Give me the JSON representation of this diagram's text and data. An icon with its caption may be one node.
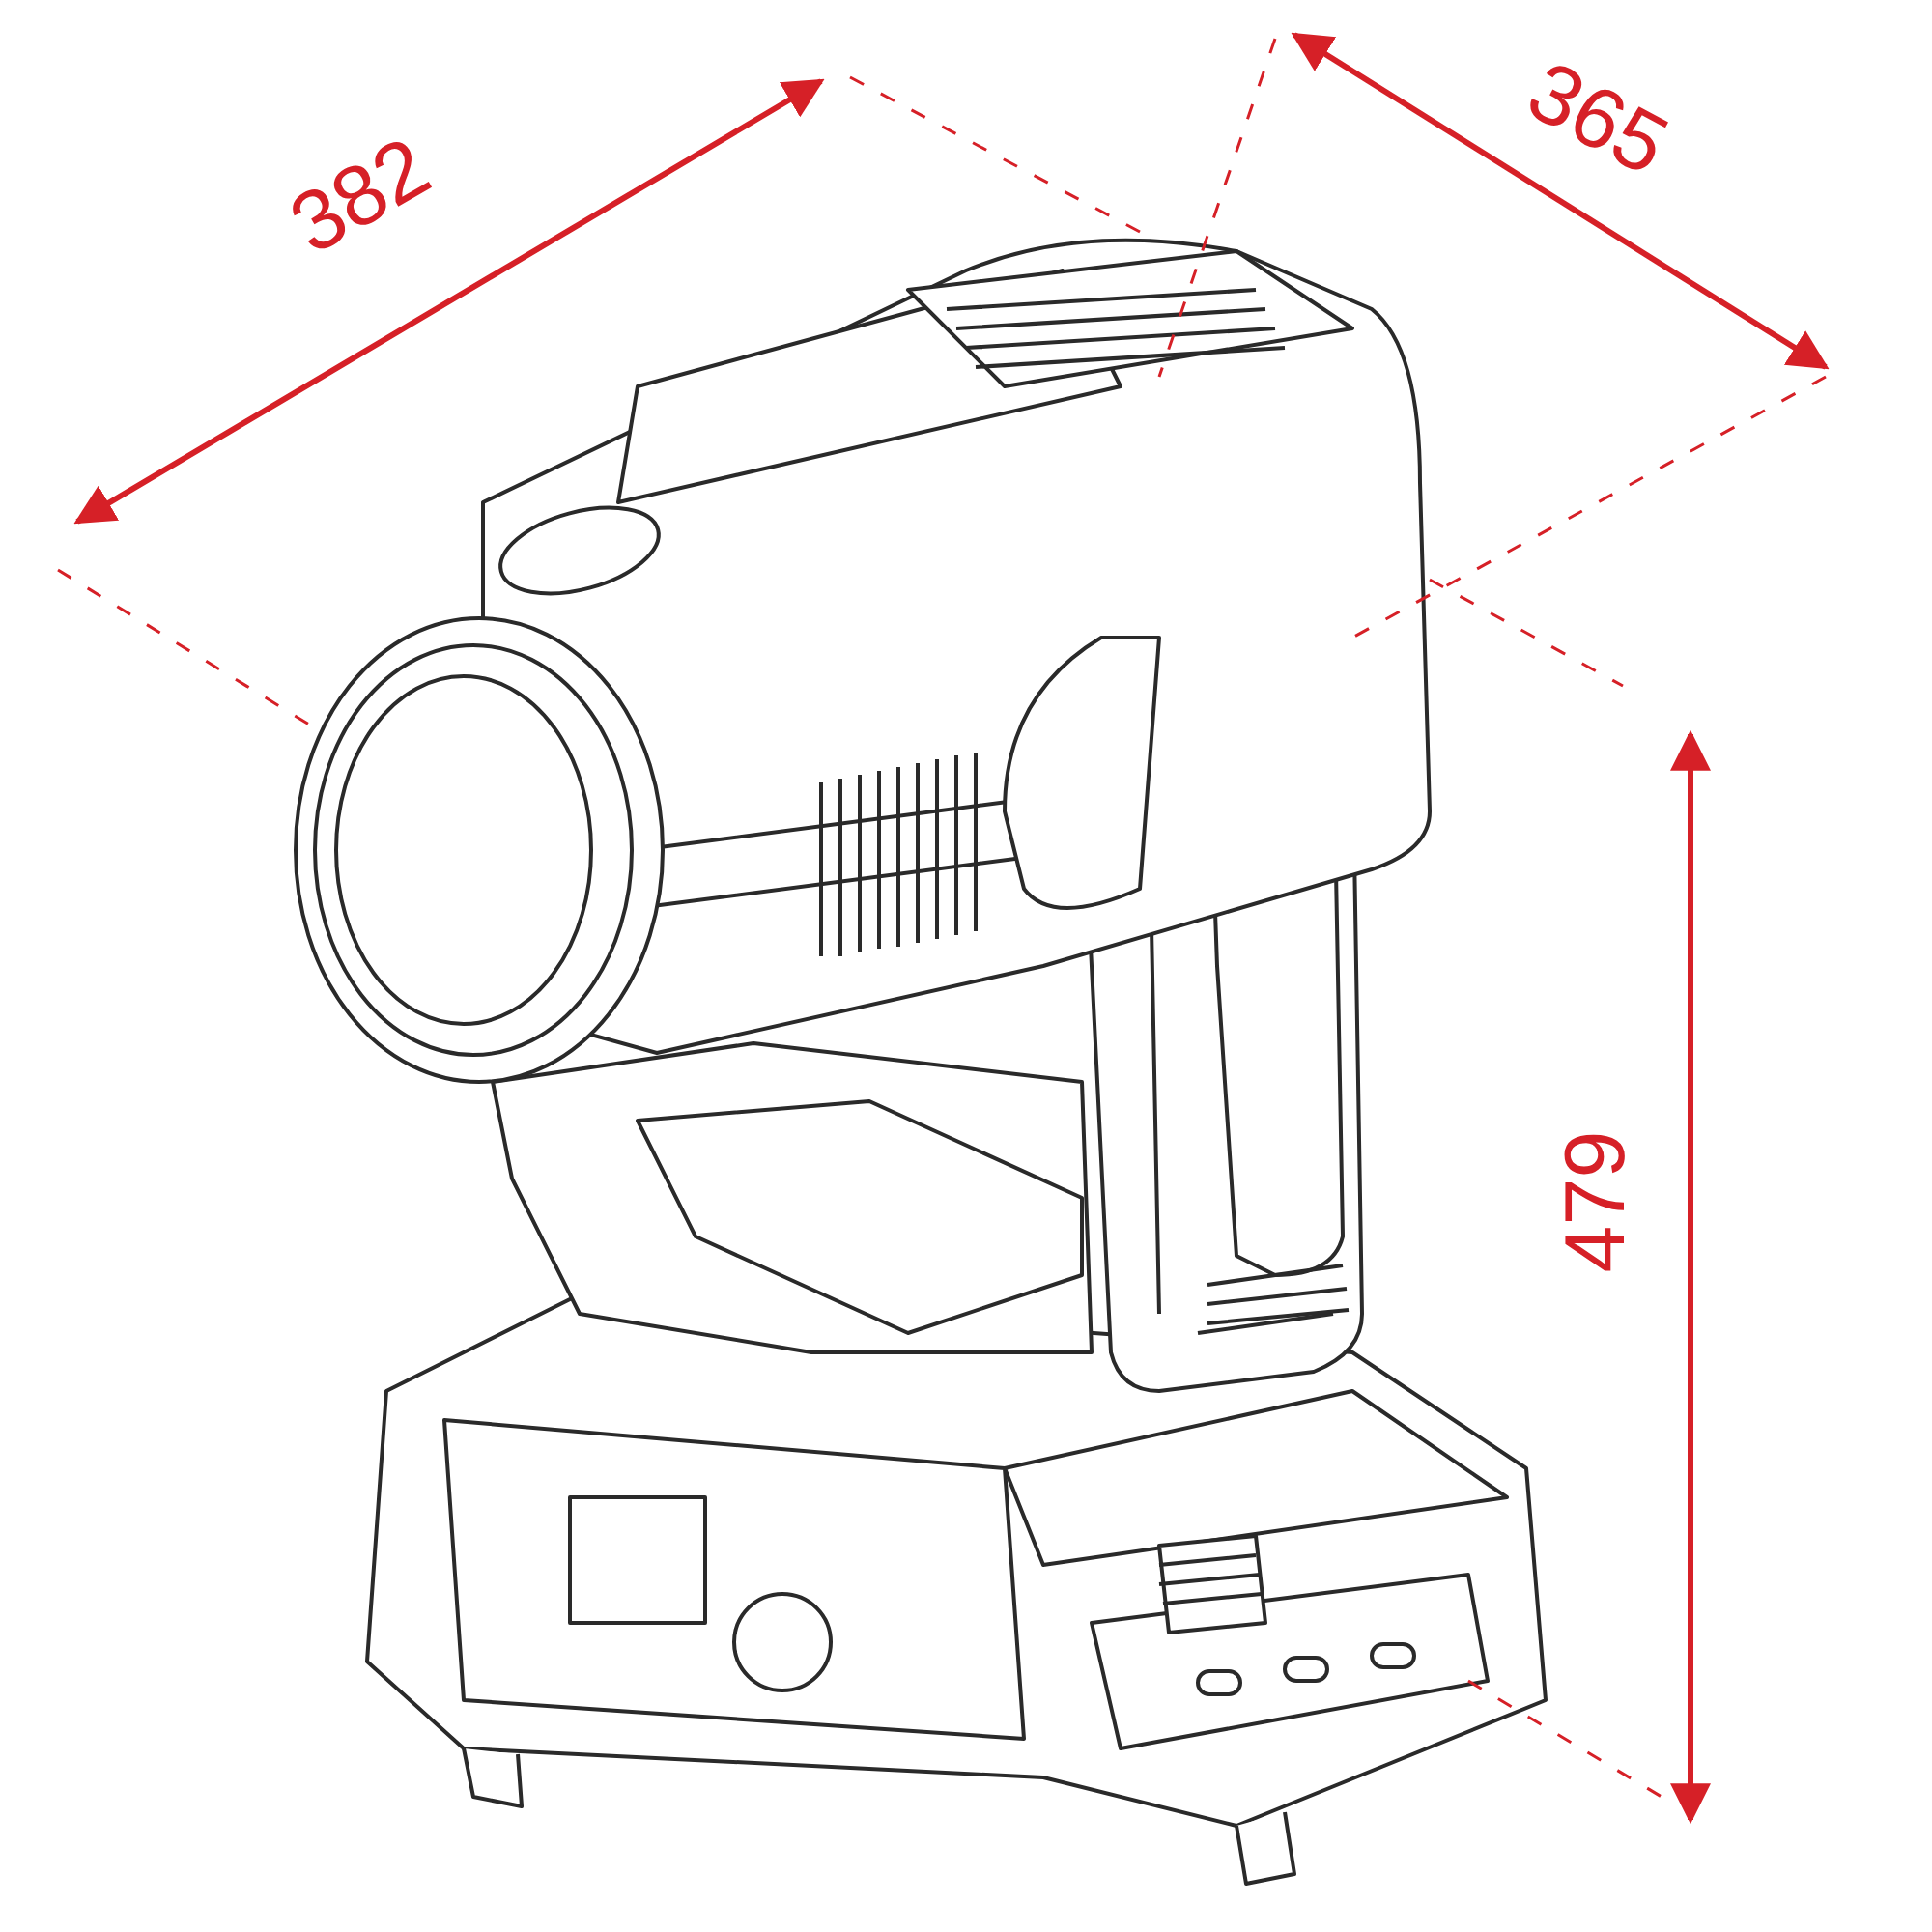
{
  "diagram": {
    "labels": [
      "382",
      "365",
      "479"
    ]
  }
}
